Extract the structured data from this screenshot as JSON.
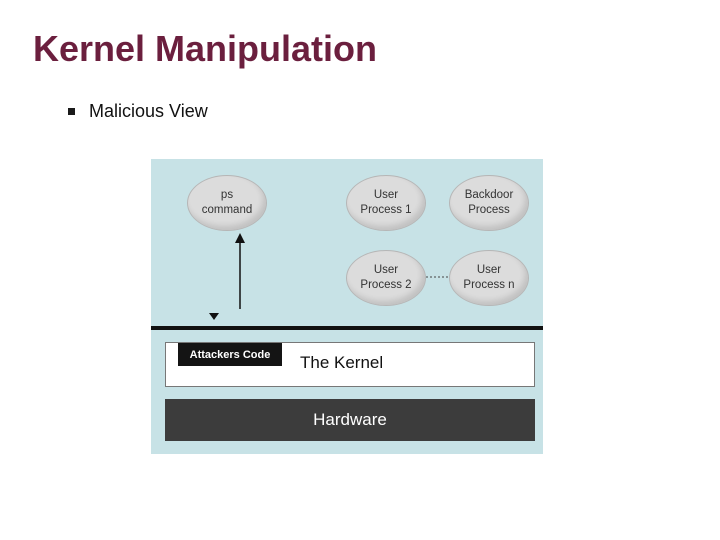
{
  "title": "Kernel Manipulation",
  "bullets": [
    {
      "text": "Malicious View"
    }
  ],
  "diagram": {
    "processes": [
      {
        "id": "ps",
        "label": "ps\ncommand"
      },
      {
        "id": "up1",
        "label": "User\nProcess 1"
      },
      {
        "id": "backdoor",
        "label": "Backdoor\nProcess"
      },
      {
        "id": "up2",
        "label": "User\nProcess 2"
      },
      {
        "id": "upn",
        "label": "User\nProcess n"
      }
    ],
    "attackers_code": "Attackers Code",
    "kernel": "The Kernel",
    "hardware": "Hardware",
    "colors": {
      "background": "#c7e2e6",
      "title": "#6b1f3e",
      "process_fill": "#dcdcdc",
      "hardware_fill": "#3c3c3c"
    }
  }
}
